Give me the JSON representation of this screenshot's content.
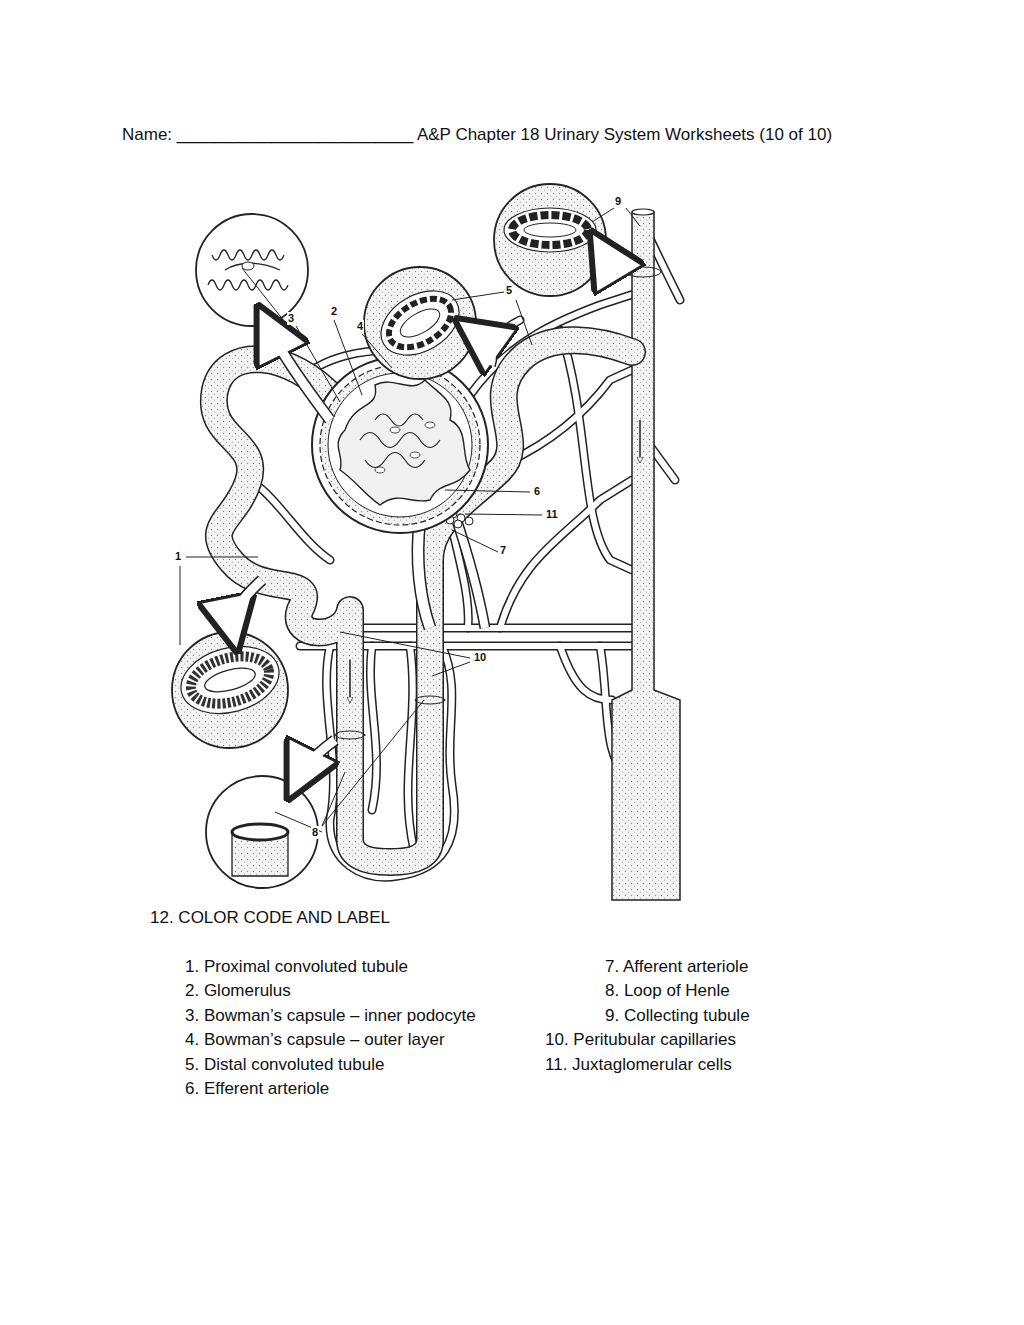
{
  "diagram": {
    "title": "Name: _________________________ A&P Chapter 18 Urinary System Worksheets (10 of 10)",
    "labels": [
      "1",
      "2",
      "3",
      "4",
      "5",
      "6",
      "7",
      "8",
      "9",
      "10",
      "11",
      "12. COLOR CODE AND LABEL",
      "1. Proximal convoluted tubule",
      "2. Glomerulus",
      "3. Bowman’s capsule – inner podocyte",
      "4. Bowman’s capsule – outer layer",
      "5. Distal convoluted tubule",
      "6. Efferent arteriole",
      "7. Afferent arteriole",
      "8. Loop of Henle",
      "9. Collecting tubule",
      "10. Peritubular capillaries",
      "11. Juxtaglomerular cells"
    ]
  }
}
